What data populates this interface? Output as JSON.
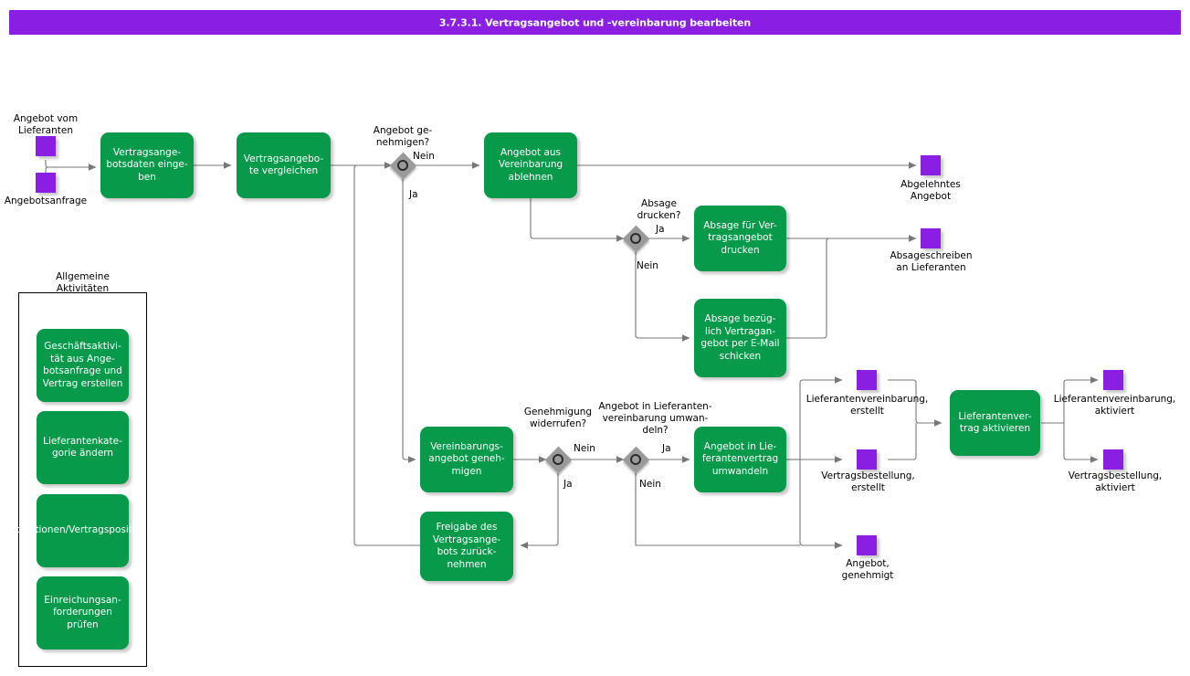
{
  "header": {
    "title": "3.7.3.1. Vertragsangebot und -vereinbarung bearbeiten",
    "bar_color": "#8A1FE3"
  },
  "palette": {
    "activity_green": "#069A4A",
    "event_purple": "#8A1FE3",
    "decision_gray": "#9A9A9A",
    "connector_gray": "#777777",
    "text_black": "#000000"
  },
  "diagram": {
    "type": "flowchart",
    "events": [
      {
        "id": "e-angebot-lieferant",
        "label": "Angebot vom\nLieferanten",
        "label_pos": "above"
      },
      {
        "id": "e-angebotsanfrage",
        "label": "Angebotsanfrage",
        "label_pos": "below"
      },
      {
        "id": "e-abgelehntes-angebot",
        "label": "Abgelehntes\nAngebot",
        "label_pos": "below"
      },
      {
        "id": "e-absageschreiben",
        "label": "Absageschreiben\nan Lieferanten",
        "label_pos": "below"
      },
      {
        "id": "e-lv-erstellt",
        "label": "Lieferantenvereinbarung,\nerstellt",
        "label_pos": "below"
      },
      {
        "id": "e-vb-erstellt",
        "label": "Vertragsbestellung,\nerstellt",
        "label_pos": "below"
      },
      {
        "id": "e-lv-aktiviert",
        "label": "Lieferantenvereinbarung,\naktiviert",
        "label_pos": "below"
      },
      {
        "id": "e-vb-aktiviert",
        "label": "Vertragsbestellung,\naktiviert",
        "label_pos": "below"
      },
      {
        "id": "e-angebot-genehmigt",
        "label": "Angebot,\ngenehmigt",
        "label_pos": "below"
      }
    ],
    "activities": [
      {
        "id": "a-vertragsangebotsdaten",
        "label": "Vertragsange-\nbotsdaten einge-\nben"
      },
      {
        "id": "a-vergleichen",
        "label": "Vertragsangebo-\nte vergleichen"
      },
      {
        "id": "a-ablehnen",
        "label": "Angebot aus\nVereinbarung\nablehnen"
      },
      {
        "id": "a-absage-drucken",
        "label": "Absage für Ver-\ntragsangebot\ndrucken"
      },
      {
        "id": "a-absage-email",
        "label": "Absage bezüg-\nlich Vertragan-\ngebot per E-Mail\nschicken"
      },
      {
        "id": "a-genehmigen",
        "label": "Vereinbarungs-\nangebot geneh-\nmigen"
      },
      {
        "id": "a-freigabe-zuruecknehmen",
        "label": "Freigabe des\nVertragsange-\nbots zurück-\nnehmen"
      },
      {
        "id": "a-umwandeln",
        "label": "Angebot in Lie-\nferantenvertrag\numwandeln"
      },
      {
        "id": "a-aktivieren",
        "label": "Lieferantenver-\ntrag aktivieren"
      }
    ],
    "decisions": [
      {
        "id": "d-genehmigen",
        "label": "Angebot ge-\nnehmigen?",
        "branches": [
          "Nein",
          "Ja"
        ]
      },
      {
        "id": "d-absage-drucken",
        "label": "Absage\ndrucken?",
        "branches": [
          "Ja",
          "Nein"
        ]
      },
      {
        "id": "d-widerrufen",
        "label": "Genehmigung\nwiderrufen?",
        "branches": [
          "Nein",
          "Ja"
        ]
      },
      {
        "id": "d-umwandeln",
        "label": "Angebot in Lieferanten-\nvereinbarung umwan-\ndeln?",
        "branches": [
          "Ja",
          "Nein"
        ]
      }
    ],
    "branch_labels": {
      "genehmigen_nein": "Nein",
      "genehmigen_ja": "Ja",
      "absage_ja": "Ja",
      "absage_nein": "Nein",
      "widerrufen_nein": "Nein",
      "widerrufen_ja": "Ja",
      "umwandeln_ja": "Ja",
      "umwandeln_nein": "Nein"
    }
  },
  "group": {
    "title": "Allgemeine\nAktivitäten",
    "title_line1": "Allgemeine",
    "title_line2": "Aktivitäten",
    "items": [
      {
        "id": "g-geschaeftsaktivitaet",
        "label": "Geschäftsaktivi-\ntät aus Ange-\nbotsanfrage und\nVertrag erstellen"
      },
      {
        "id": "g-lieferantenkategorie",
        "label": "Lieferantenkate-\ngorie ändern"
      },
      {
        "id": "g-positionen",
        "label": "Anfragepositionen/Vertragspositionen\ngenerieren"
      },
      {
        "id": "g-einreichungsanforderungen",
        "label": "Einreichungsan-\nforderungen\nprüfen"
      }
    ]
  }
}
